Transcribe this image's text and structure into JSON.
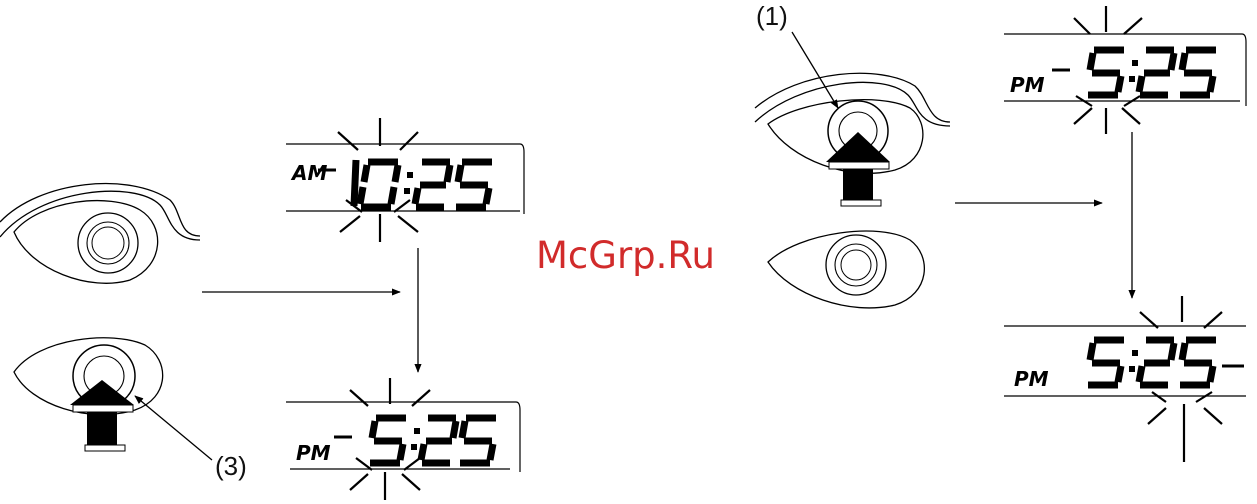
{
  "labels": {
    "step1": "(1)",
    "step3": "(3)"
  },
  "watermark": "McGrp.Ru",
  "displays": {
    "d1": {
      "period": "AM",
      "time": "10:25"
    },
    "d2": {
      "period": "PM",
      "time": "5:25"
    },
    "d3": {
      "period": "PM",
      "time": "5:25"
    },
    "d4": {
      "period": "PM",
      "time": "5:25"
    }
  },
  "colors": {
    "ink": "#000000",
    "watermark": "#d12b2b"
  }
}
